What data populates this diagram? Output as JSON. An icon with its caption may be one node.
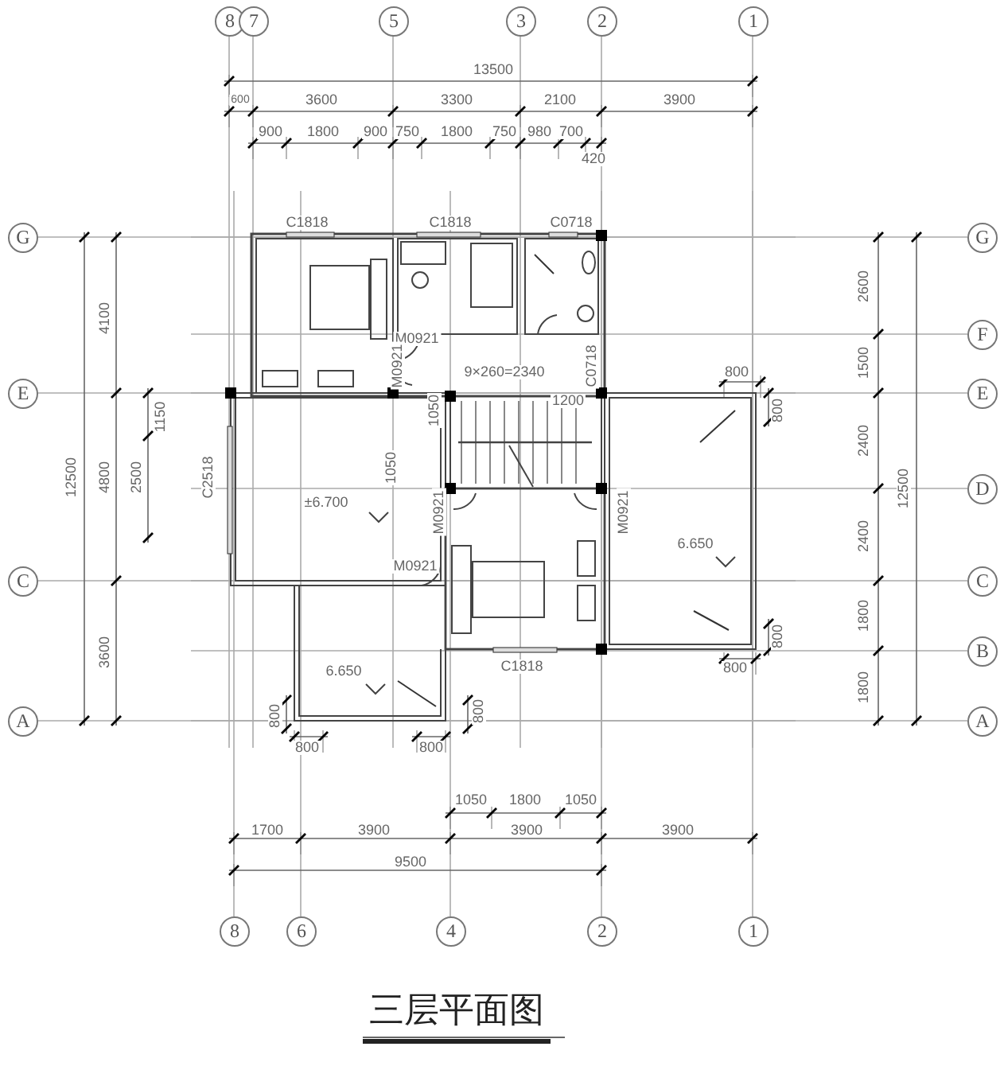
{
  "diagram": {
    "caption": "三层平面图",
    "nodes": [
      {
        "text": [
          "8"
        ]
      },
      {
        "text": [
          "7"
        ]
      },
      {
        "text": [
          "5"
        ]
      },
      {
        "text": [
          "3"
        ]
      },
      {
        "text": [
          "2"
        ]
      },
      {
        "text": [
          "1"
        ]
      },
      {
        "text": [
          "G"
        ]
      },
      {
        "text": [
          "E"
        ]
      },
      {
        "text": [
          "C"
        ]
      },
      {
        "text": [
          "A"
        ]
      },
      {
        "text": [
          "G"
        ]
      },
      {
        "text": [
          "F"
        ]
      },
      {
        "text": [
          "E"
        ]
      },
      {
        "text": [
          "D"
        ]
      },
      {
        "text": [
          "C"
        ]
      },
      {
        "text": [
          "B"
        ]
      },
      {
        "text": [
          "A"
        ]
      },
      {
        "text": [
          "8"
        ]
      },
      {
        "text": [
          "6"
        ]
      },
      {
        "text": [
          "4"
        ]
      },
      {
        "text": [
          "2"
        ]
      },
      {
        "text": [
          "1"
        ]
      }
    ],
    "labels": [
      "13500",
      "600",
      "3600",
      "3300",
      "2100",
      "3900",
      "900",
      "1800",
      "900",
      "750",
      "1800",
      "750",
      "980",
      "700",
      "420",
      "C1818",
      "C1818",
      "C0718",
      "2600",
      "4100",
      "M0921",
      "M0921",
      "C0718",
      "9×260=2340",
      "800",
      "1500",
      "1150",
      "1200",
      "1050",
      "800",
      "2400",
      "12500",
      "4800",
      "2500",
      "C2518",
      "1050",
      "12500",
      "±6.700",
      "M0921",
      "M0921",
      "2400",
      "6.650",
      "M0921",
      "1800",
      "3600",
      "800",
      "6.650",
      "C1818",
      "800",
      "1800",
      "800",
      "800",
      "800",
      "800",
      "1050",
      "1800",
      "1050",
      "1700",
      "3900",
      "3900",
      "3900",
      "9500"
    ]
  }
}
